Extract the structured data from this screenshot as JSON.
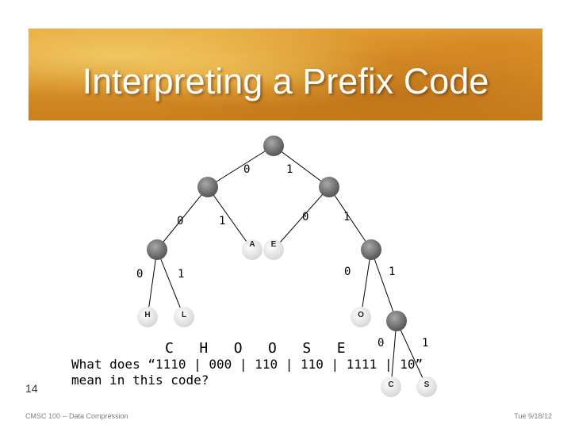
{
  "slide": {
    "title": "Interpreting a Prefix Code",
    "number": "14",
    "footer_left": "CMSC 100 -- Data Compression",
    "footer_right": "Tue 9/18/12"
  },
  "question": {
    "decoded": "C   H   O   O   S   E",
    "line1": "What does “1110 | 000 | 110 | 110 | 1111 | 10”",
    "line2": "mean in this code?"
  },
  "tree": {
    "edge_labels": [
      "0",
      "1"
    ],
    "leaves": [
      "A",
      "E",
      "H",
      "L",
      "O",
      "C",
      "S"
    ]
  },
  "colors": {
    "banner": "#d9932a",
    "node": "#7a7a7a",
    "leaf": "#ffffff",
    "edge": "#000000"
  }
}
